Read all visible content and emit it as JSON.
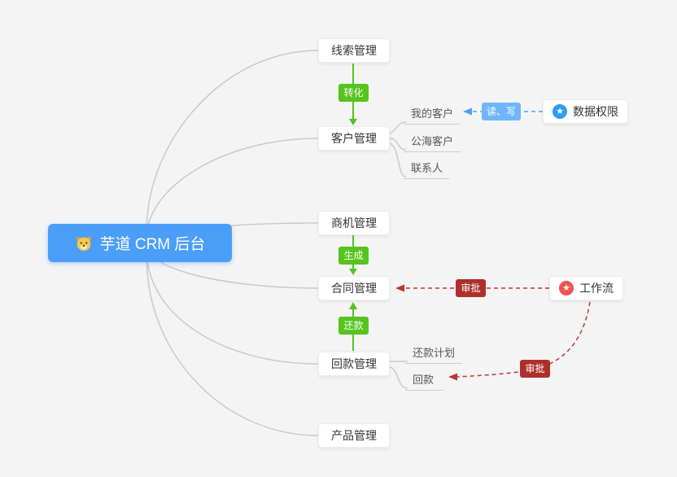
{
  "root": {
    "label": "芋道 CRM 后台"
  },
  "branches": [
    {
      "label": "线索管理"
    },
    {
      "label": "客户管理"
    },
    {
      "label": "商机管理"
    },
    {
      "label": "合同管理"
    },
    {
      "label": "回款管理"
    },
    {
      "label": "产品管理"
    }
  ],
  "customer_children": [
    {
      "label": "我的客户"
    },
    {
      "label": "公海客户"
    },
    {
      "label": "联系人"
    }
  ],
  "receivable_children": [
    {
      "label": "还款计划"
    },
    {
      "label": "回款"
    }
  ],
  "edge_labels": {
    "convert": "转化",
    "generate": "生成",
    "repay": "还款",
    "read_write": "读、写",
    "approve_contract": "审批",
    "approve_receivable": "审批"
  },
  "side_nodes": {
    "data_permission": "数据权限",
    "workflow": "工作流"
  },
  "icons": {
    "star": "★"
  },
  "colors": {
    "background": "#f4f4f4",
    "root_blue": "#4b9ef8",
    "edge_green": "#55c41e",
    "badge_light_blue": "#6fb6f9",
    "badge_dark_red": "#ae2f2b",
    "dashed_red": "#bf3430",
    "dashed_blue": "#4aa0f7",
    "connector_gray": "#c9c9c9"
  }
}
